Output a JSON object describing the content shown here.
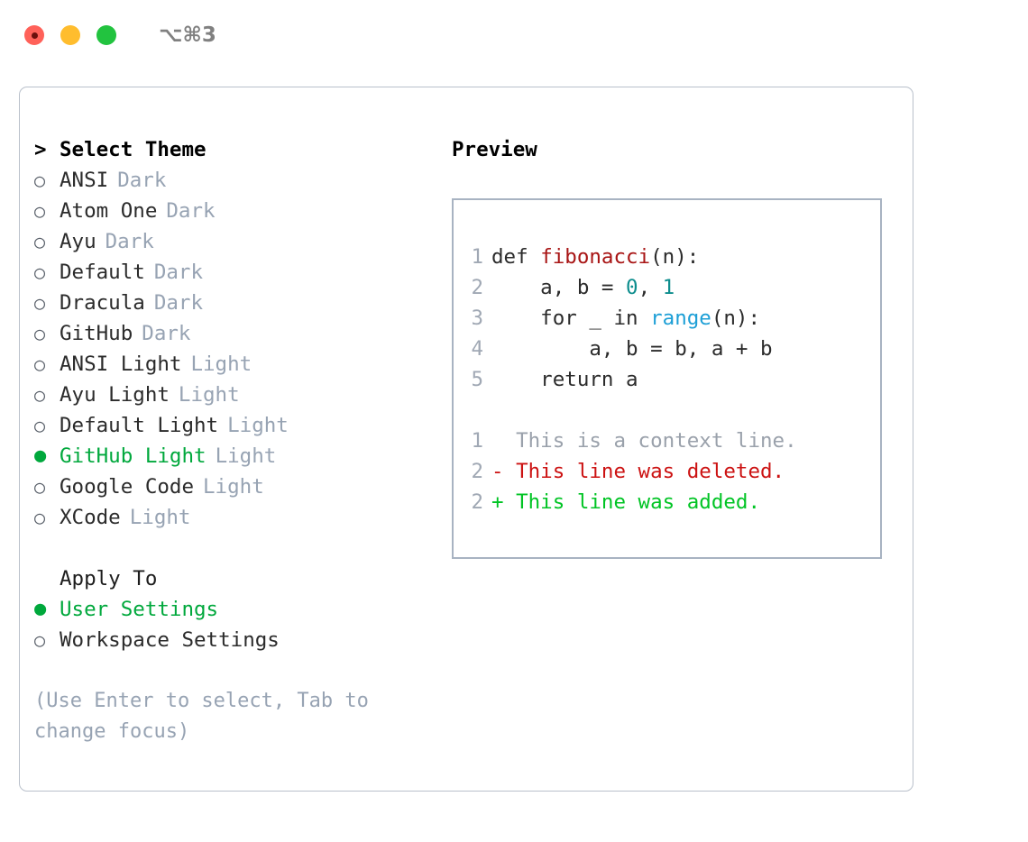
{
  "titlebar": {
    "shortcut": "⌥⌘3",
    "buttons": {
      "close": "close-dot",
      "minimize": "minimize-dot",
      "maximize": "maximize-dot"
    }
  },
  "theme_list": {
    "header": "Select Theme",
    "caret": ">",
    "bullet_unselected": "○",
    "bullet_selected": "●",
    "items": [
      {
        "name": "ANSI",
        "tag": "Dark",
        "selected": false
      },
      {
        "name": "Atom One",
        "tag": "Dark",
        "selected": false
      },
      {
        "name": "Ayu",
        "tag": "Dark",
        "selected": false
      },
      {
        "name": "Default",
        "tag": "Dark",
        "selected": false
      },
      {
        "name": "Dracula",
        "tag": "Dark",
        "selected": false
      },
      {
        "name": "GitHub",
        "tag": "Dark",
        "selected": false
      },
      {
        "name": "ANSI Light",
        "tag": "Light",
        "selected": false
      },
      {
        "name": "Ayu Light",
        "tag": "Light",
        "selected": false
      },
      {
        "name": "Default Light",
        "tag": "Light",
        "selected": false
      },
      {
        "name": "GitHub Light",
        "tag": "Light",
        "selected": true
      },
      {
        "name": "Google Code",
        "tag": "Light",
        "selected": false
      },
      {
        "name": "XCode",
        "tag": "Light",
        "selected": false
      }
    ]
  },
  "apply_to": {
    "header": "Apply To",
    "items": [
      {
        "name": "User Settings",
        "selected": true
      },
      {
        "name": "Workspace Settings",
        "selected": false
      }
    ]
  },
  "hint": "(Use Enter to select, Tab to change focus)",
  "preview": {
    "title": "Preview",
    "code": [
      {
        "num": "1",
        "parts": [
          {
            "t": "def ",
            "c": "code-text"
          },
          {
            "t": "fibonacci",
            "c": "tok-fn"
          },
          {
            "t": "(n):",
            "c": "code-text"
          }
        ]
      },
      {
        "num": "2",
        "parts": [
          {
            "t": "    a, b = ",
            "c": "code-text"
          },
          {
            "t": "0",
            "c": "tok-num"
          },
          {
            "t": ", ",
            "c": "code-text"
          },
          {
            "t": "1",
            "c": "tok-num"
          }
        ]
      },
      {
        "num": "3",
        "parts": [
          {
            "t": "    for _ in ",
            "c": "code-text"
          },
          {
            "t": "range",
            "c": "tok-call"
          },
          {
            "t": "(n):",
            "c": "code-text"
          }
        ]
      },
      {
        "num": "4",
        "parts": [
          {
            "t": "        a, b = b, a + b",
            "c": "code-text"
          }
        ]
      },
      {
        "num": "5",
        "parts": [
          {
            "t": "    return a",
            "c": "code-text"
          }
        ]
      }
    ],
    "diff": [
      {
        "num": "1",
        "text": "  This is a context line.",
        "cls": "diff-ctx"
      },
      {
        "num": "2",
        "text": "- This line was deleted.",
        "cls": "diff-del"
      },
      {
        "num": "2",
        "text": "+ This line was added.",
        "cls": "diff-add"
      }
    ]
  },
  "colors": {
    "accent_green": "#00a83c",
    "diff_add": "#00c424",
    "diff_del": "#cc1212",
    "tag_gray": "#97a3b3",
    "panel_border": "#b9c0cb",
    "preview_border": "#a8b3c2",
    "fn_red": "#a81414",
    "num_teal": "#0d8d8d",
    "call_blue": "#1d9fd6"
  }
}
